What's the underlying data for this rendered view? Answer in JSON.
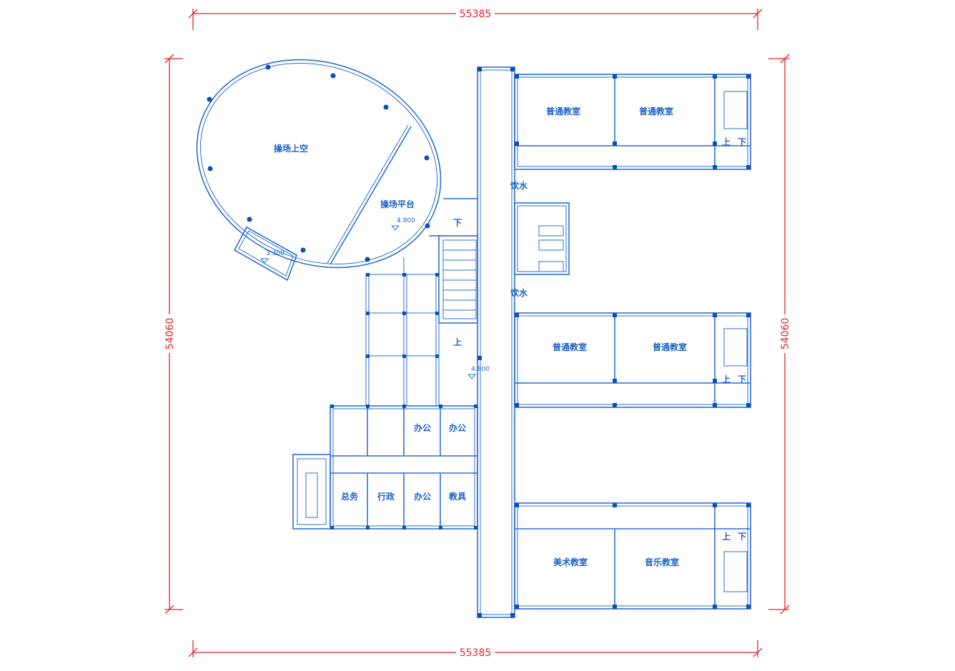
{
  "dimensions": {
    "top": "55385",
    "bottom": "55385",
    "left": "54060",
    "right": "54060"
  },
  "rooms": {
    "playground_void": "操场上空",
    "playground_platform": "操场平台",
    "classroom_1": "普通教室",
    "classroom_2": "普通教室",
    "classroom_3": "普通教室",
    "classroom_4": "普通教室",
    "art_room": "美术教室",
    "music_room": "音乐教室",
    "office_1": "办公",
    "office_2": "办公",
    "office_3": "办公",
    "general_affairs": "总务",
    "administration": "行政",
    "teaching_aids": "教具",
    "drinking_water_1": "饮水",
    "drinking_water_2": "饮水"
  },
  "stairs": {
    "up": "上",
    "down": "下"
  },
  "elevations": {
    "platform": "4.800",
    "corridor": "4.800",
    "lower": "3.300"
  },
  "colors": {
    "walls": "#2a6fd6",
    "columns": "#0b4fb8",
    "dimension_lines": "#e8232a",
    "text": "#1d64c8"
  }
}
